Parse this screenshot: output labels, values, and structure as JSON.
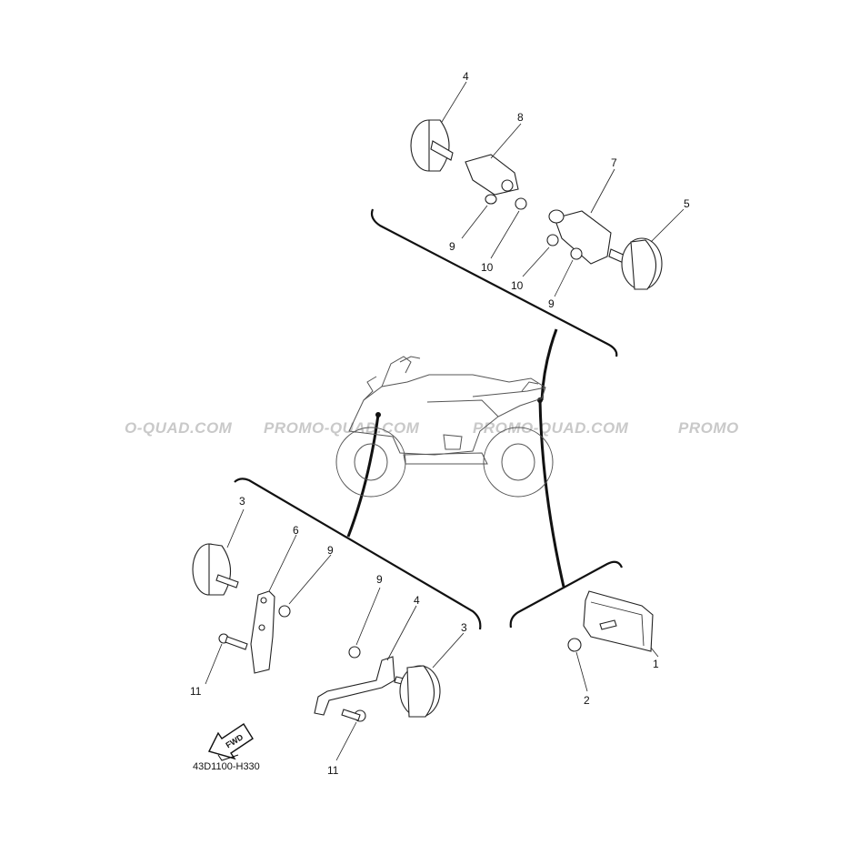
{
  "diagram": {
    "callouts": [
      {
        "id": "c1",
        "label": "1"
      },
      {
        "id": "c2",
        "label": "2"
      },
      {
        "id": "c3a",
        "label": "3"
      },
      {
        "id": "c3b",
        "label": "3"
      },
      {
        "id": "c4a",
        "label": "4"
      },
      {
        "id": "c4b",
        "label": "4"
      },
      {
        "id": "c5",
        "label": "5"
      },
      {
        "id": "c6",
        "label": "6"
      },
      {
        "id": "c7",
        "label": "7"
      },
      {
        "id": "c8",
        "label": "8"
      },
      {
        "id": "c9a",
        "label": "9"
      },
      {
        "id": "c9b",
        "label": "9"
      },
      {
        "id": "c9c",
        "label": "9"
      },
      {
        "id": "c9d",
        "label": "9"
      },
      {
        "id": "c10a",
        "label": "10"
      },
      {
        "id": "c10b",
        "label": "10"
      },
      {
        "id": "c11a",
        "label": "11"
      },
      {
        "id": "c11b",
        "label": "11"
      }
    ],
    "fwd_label": "FWD",
    "drawing_code": "43D1100-H330"
  },
  "watermark": {
    "left": "O-QUAD.COM",
    "center": "PROMO-QUAD.COM",
    "right_center": "PROMO-QUAD.COM",
    "right": "PROMO"
  }
}
